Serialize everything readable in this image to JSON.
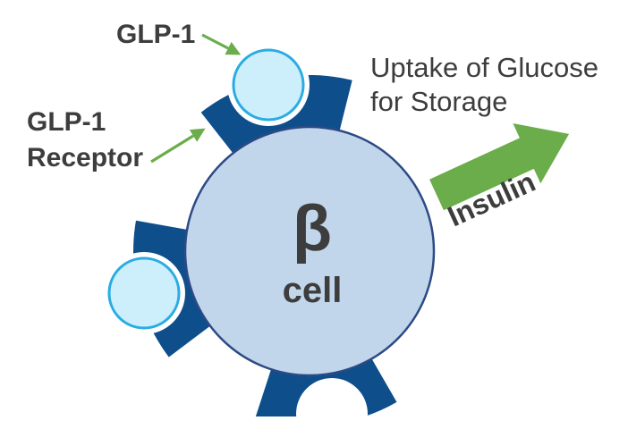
{
  "labels": {
    "glp1": "GLP-1",
    "receptor_line1": "GLP-1",
    "receptor_line2": "Receptor",
    "uptake_line1": "Uptake of Glucose",
    "uptake_line2": "for Storage",
    "insulin": "Insulin",
    "beta_symbol": "β",
    "cell_word": "cell"
  },
  "colors": {
    "background": "#ffffff",
    "cell_fill": "#c2d6eb",
    "cell_stroke": "#2c4a85",
    "receptor_blue": "#0e4f8b",
    "ligand_fill": "#cdeefb",
    "ligand_stroke": "#29ace4",
    "arrow_green": "#6aad4a",
    "text_gray": "#3d3d3d"
  }
}
